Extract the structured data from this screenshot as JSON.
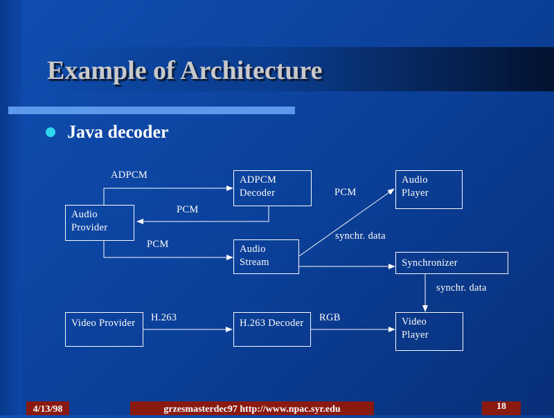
{
  "slide": {
    "title": "Example of Architecture",
    "bullet": "Java decoder"
  },
  "diagram": {
    "nodes": {
      "adpcm_decoder": "ADPCM\nDecoder",
      "audio_player": "Audio\nPlayer",
      "audio_provider": "Audio\nProvider",
      "audio_stream": "Audio\nStream",
      "synchronizer": "Synchronizer",
      "video_provider": "Video Provider",
      "h263_decoder": "H.263 Decoder",
      "video_player": "Video\nPlayer"
    },
    "edge_labels": {
      "adpcm": "ADPCM",
      "pcm_to_player": "PCM",
      "pcm_back": "PCM",
      "pcm_to_stream": "PCM",
      "synchr_upper": "synchr. data",
      "synchr_lower": "synchr. data",
      "h263": "H.263",
      "rgb": "RGB"
    }
  },
  "footer": {
    "date": "4/13/98",
    "center": "grzesmasterdec97  http://www.npac.syr.edu",
    "page": "18"
  },
  "colors": {
    "background": "#0b3f98",
    "title_text": "#c9c9c9",
    "bullet": "#2fd6ee",
    "footer_bg": "#8a1a10"
  }
}
